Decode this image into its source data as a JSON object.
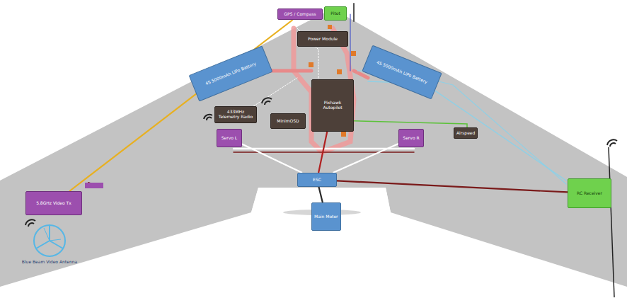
{
  "diagram": {
    "nodes": [
      {
        "text": [
          "GPS / Compass"
        ]
      },
      {
        "text": [
          "Pitot"
        ]
      },
      {
        "text": [
          "Power Module"
        ]
      },
      {
        "text": [
          "4S 5000mAh LiPo Battery"
        ]
      },
      {
        "text": [
          "4S 5000mAh LiPo Battery"
        ]
      },
      {
        "text": [
          "Pixhawk Autopilot"
        ]
      },
      {
        "text": [
          "433MHz Telemetry Radio"
        ]
      },
      {
        "text": [
          "MinimOSD"
        ]
      },
      {
        "text": [
          "Servo L"
        ]
      },
      {
        "text": [
          "Servo R"
        ]
      },
      {
        "text": [
          "ESC"
        ]
      },
      {
        "text": [
          "Main Motor"
        ]
      },
      {
        "text": [
          "5.8GHz Video Tx"
        ]
      },
      {
        "text": [
          "RC Receiver"
        ]
      },
      {
        "text": [
          "Airspeed"
        ]
      }
    ],
    "edges": [
      {
        "from": 12,
        "to": 0,
        "arrow": "none"
      },
      {
        "from": 5,
        "to": 10,
        "arrow": "none"
      },
      {
        "from": 8,
        "to": 10,
        "arrow": "none"
      },
      {
        "from": 9,
        "to": 10,
        "arrow": "none"
      },
      {
        "from": 13,
        "to": 10,
        "arrow": "none"
      },
      {
        "from": 10,
        "to": 11,
        "arrow": "none"
      }
    ],
    "labels": [
      "Blue Beam Video Antenna"
    ]
  }
}
